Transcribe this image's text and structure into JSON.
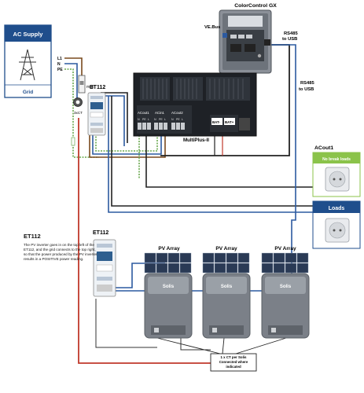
{
  "ac_supply": {
    "title": "AC Supply",
    "grid_label": "Grid"
  },
  "lines": {
    "l1": "L1",
    "n": "N",
    "pe": "PE",
    "mcb": "mcb",
    "ct": "3xCT"
  },
  "et112_top": {
    "label": "ET112"
  },
  "et112_bottom": {
    "label": "ET112"
  },
  "colorcontrol": {
    "title": "ColorControl GX",
    "vebus": "VE.Bus",
    "rs485_a": "RS485\nto USB"
  },
  "rs485_b": "RS485\nto USB",
  "multiplus": {
    "label": "MultiPlus-II",
    "ports": [
      "ACout1",
      "ACin1",
      "ACout2"
    ],
    "terminals": [
      "N",
      "PE",
      "L",
      "N",
      "PE",
      "L",
      "N",
      "PE",
      "L"
    ],
    "bat_minus": "BAT-",
    "bat_plus": "BAT+"
  },
  "acout1": {
    "title": "ACout1",
    "subtitle": "No break loads"
  },
  "loads": {
    "title": "Loads"
  },
  "pv_arrays": [
    "PV Array",
    "PV Array",
    "PV Array"
  ],
  "inverters": [
    "Solis",
    "Solis",
    "Solis"
  ],
  "et112_note": {
    "title": "ET112",
    "text": "The PV inverter goes in on the top left of the ET112, and the grid connects to the top right, so that the power produced by the PV inverter results in a POSITIVE power reading."
  },
  "ct_note": "1 x CT per Solis Connected where indicated",
  "colors": {
    "blue_header": "#1f4e8c",
    "green_header": "#8bc34a",
    "wire_red": "#c0392b",
    "wire_blue": "#2c5aa0"
  }
}
